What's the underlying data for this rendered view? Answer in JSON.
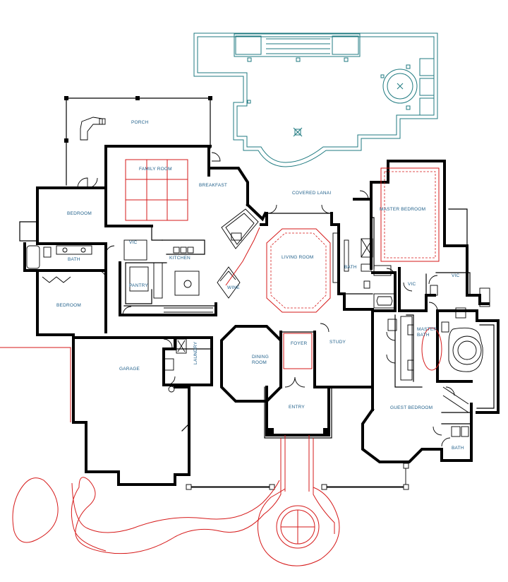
{
  "rooms": {
    "porch": "PORCH",
    "family_room": "FAMILY ROOM",
    "breakfast": "BREAKFAST",
    "covered_lanai": "COVERED LANAI",
    "bedroom_nw": "BEDROOM",
    "vic_kitchen": "VIC",
    "kitchen": "KITCHEN",
    "bath_w": "BATH",
    "pantry": "PANTRY",
    "wine": "WINE",
    "living_room": "LIVING ROOM",
    "bedroom_sw": "BEDROOM",
    "master_bedroom": "MASTER BEDROOM",
    "bath_master_side": "BATH",
    "vic_master_a": "VIC",
    "vic_master_b": "VIC",
    "master_bath": "MASTER BATH",
    "garage": "GARAGE",
    "laundry": "LAUNDRY",
    "dining_room": "DINING ROOM",
    "foyer": "FOYER",
    "study": "STUDY",
    "entry": "ENTRY",
    "guest_bedroom": "GUEST BEDROOM",
    "bath_guest": "BATH"
  },
  "colors": {
    "walls": "#000000",
    "lanai_outline": "#1f7a80",
    "ceiling_detail": "#d61a1a",
    "labels": "#1f5f8a",
    "background": "#ffffff"
  }
}
